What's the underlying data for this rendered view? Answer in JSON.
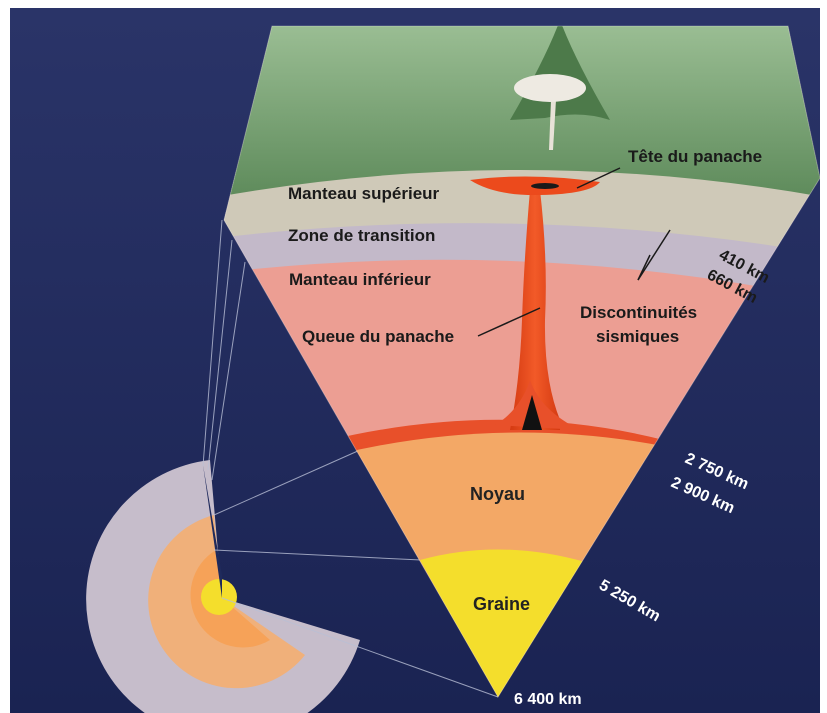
{
  "labels": {
    "plume_head": "Tête du panache",
    "upper_mantle": "Manteau supérieur",
    "transition_zone": "Zone de transition",
    "lower_mantle": "Manteau inférieur",
    "plume_tail": "Queue du panache",
    "seismic_line1": "Discontinuités",
    "seismic_line2": "sismiques",
    "outer_core": "Noyau",
    "inner_core": "Graine"
  },
  "depths": {
    "d410": "410 km",
    "d660": "660 km",
    "d2750": "2 750 km",
    "d2900": "2 900 km",
    "d5250": "5 250 km",
    "d6400": "6 400 km"
  },
  "colors": {
    "background": "#1f2a5c",
    "surface": "#7fa77a",
    "upper_mantle": "#cfc9b8",
    "transition": "#c3b9c9",
    "lower_mantle": "#ec9e93",
    "dlayer": "#e8502a",
    "outer_core": "#f3a866",
    "inner_core": "#f4de2c",
    "plume": "#ec4a1c"
  }
}
